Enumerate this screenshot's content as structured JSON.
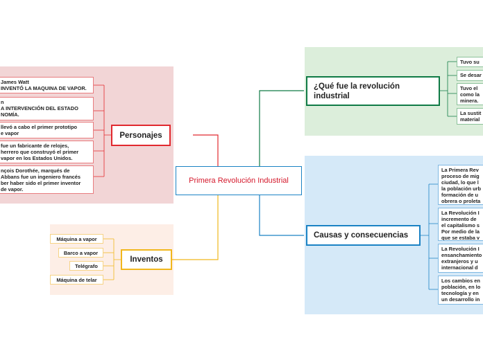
{
  "colors": {
    "central": "#d4172a",
    "personajes": "#e1282e",
    "inventos": "#f1b71c",
    "que_fue": "#0f7a45",
    "causas": "#1a82c4"
  },
  "central": {
    "label": "Primera Revolución Industrial"
  },
  "personajes": {
    "label": "Personajes",
    "items": [
      "James Watt\nINVENTÓ LA MAQUINA DE VAPOR.",
      "n\nA INTERVENCIÓN DEL ESTADO\nNOMÍA.",
      "llevó a cabo el primer prototipo\ne vapor",
      "fue un fabricante de relojes,\nherrero que construyó el primer\nvapor en los Estados Unidos.",
      "nçois Dorothée, marqués de\nAbbans fue un ingeniero francés\nber haber sido el primer inventor\nde vapor."
    ]
  },
  "inventos": {
    "label": "Inventos",
    "items": [
      "Máquina a vapor",
      "Barco a vapor",
      "Telégrafo",
      "Máquina de telar"
    ]
  },
  "que_fue": {
    "label": "¿Qué fue la revolución\nindustrial",
    "items": [
      "Tuvo su",
      "Se desar",
      "Tuvo el\ncomo la\nminera.",
      "La sustit\nmaterial"
    ]
  },
  "causas": {
    "label": "Causas y consecuencias",
    "items": [
      "La Primera Rev\nproceso de mig\nciudad, lo que l\nla población urb\nformación de u\nobrera o proleta",
      "La Revolución I\nincremento de\nel capitalismo s\nPor medio de la\nque se estaba v",
      "La Revolución I\nensanchamiento\nextranjeros y u\ninternacional d",
      "Los cambios en\npoblación, en lo\ntecnología y en\nun desarrollo in"
    ]
  }
}
